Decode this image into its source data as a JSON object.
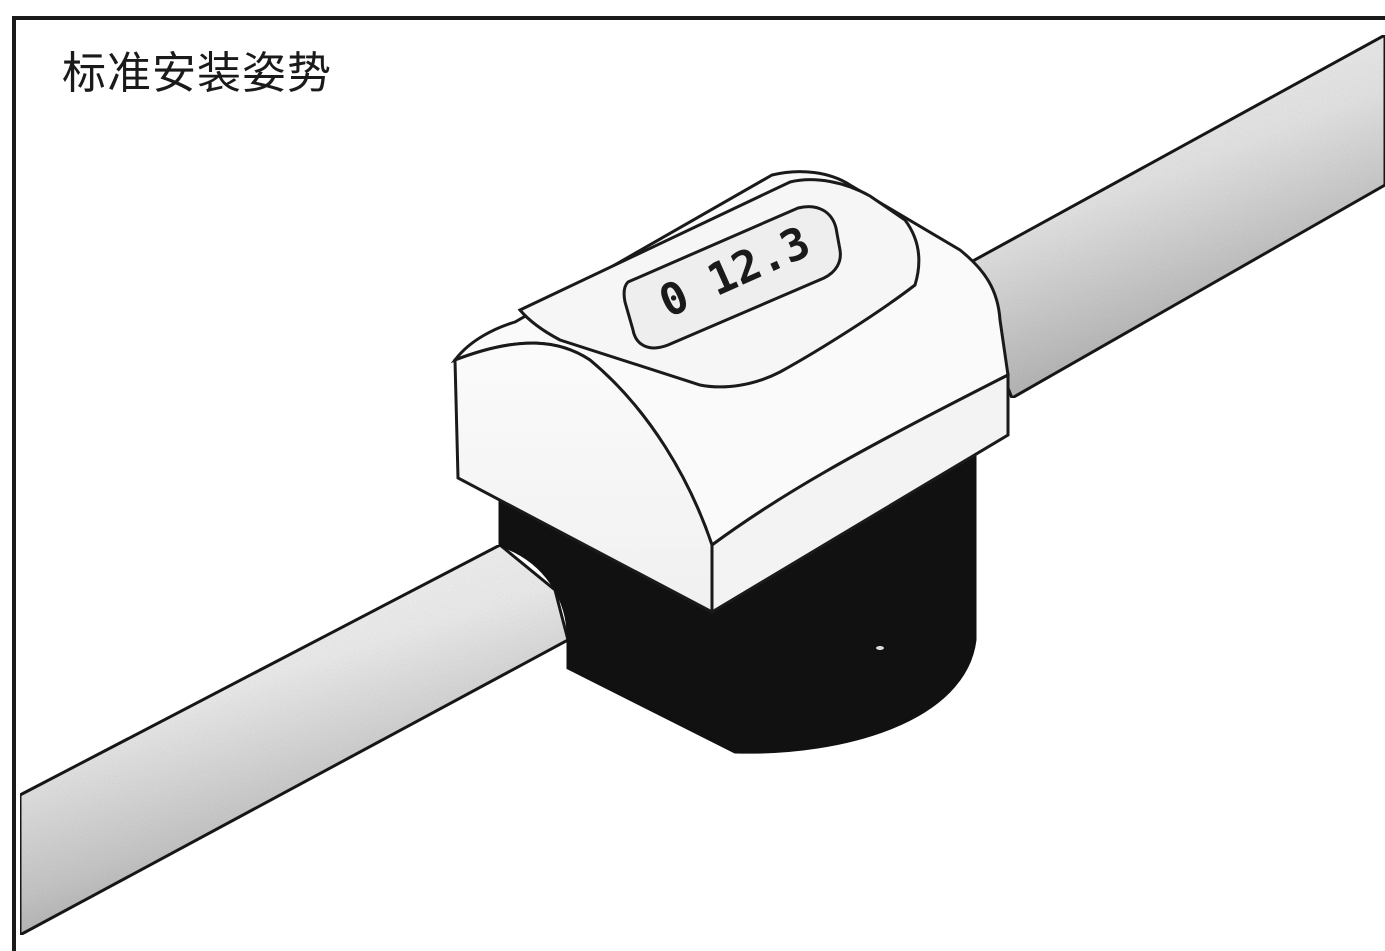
{
  "title": "标准安装姿势",
  "device": {
    "display_reading": "0 12.3"
  },
  "colors": {
    "frame": "#1a1a1a",
    "pipe_light": "#f2f2f2",
    "pipe_shadow": "#9a9a9a",
    "housing_top": "#fafafa",
    "housing_base": "#111111"
  },
  "icons": [
    "pipe",
    "flow-meter-device",
    "lcd-display"
  ]
}
